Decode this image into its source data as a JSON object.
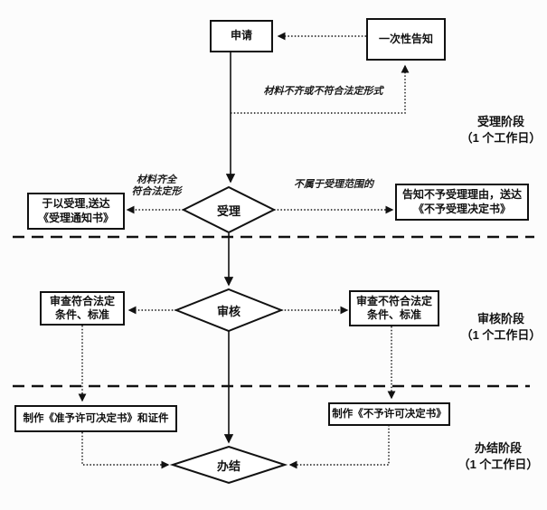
{
  "colors": {
    "ink": "#111111",
    "background": "#fcfcfc"
  },
  "diagram": {
    "nodes": {
      "apply": "申请",
      "one_time_notice": "一次性告知",
      "accept": "受理",
      "review": "审核",
      "close": "办结",
      "grant_accept": "于以受理,送达《受理通知书》",
      "deny_accept": "告知不予受理理由，送达《不予受理决定书》",
      "review_pass": "审查符合法定条件、标准",
      "review_fail": "审查不符合法定条件、标准",
      "make_permit": "制作《准予许可决定书》和证件",
      "make_denial": "制作《不予许可决定书》"
    },
    "edge_labels": {
      "materials_incomplete": "材料不齐或不符合法定形式",
      "materials_complete_line1": "材料齐全",
      "materials_complete_line2": "符合法定形",
      "out_of_scope": "不属于受理范围的"
    },
    "stages": {
      "accept": {
        "name": "受理阶段",
        "duration": "（1 个工作日）"
      },
      "review": {
        "name": "审核阶段",
        "duration": "（1 个工作日）"
      },
      "close": {
        "name": "办结阶段",
        "duration": "（1 个工作日）"
      }
    }
  }
}
